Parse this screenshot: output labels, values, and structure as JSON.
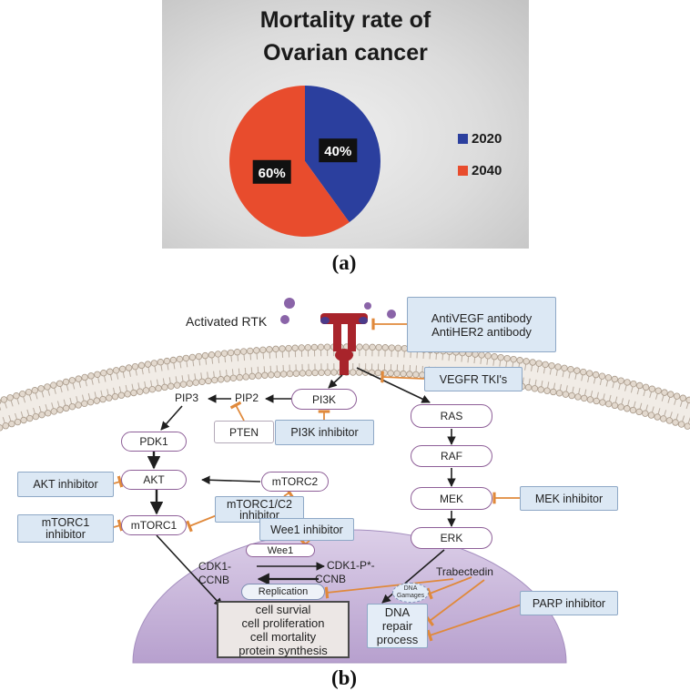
{
  "panel_a": {
    "label": "(a)"
  },
  "chart_data": {
    "type": "pie",
    "title_lines": [
      "Mortality rate of",
      "Ovarian cancer"
    ],
    "categories": [
      "2020",
      "2040"
    ],
    "values": [
      40,
      60
    ],
    "value_labels": [
      "40%",
      "60%"
    ],
    "colors": [
      "#2b3f9e",
      "#e84c2d"
    ],
    "legend_position": "right"
  },
  "panel_b": {
    "label": "(b)",
    "rtk_label": "Activated RTK",
    "pathway": {
      "pi3k": "PI3K",
      "pip2": "PIP2",
      "pip3": "PIP3",
      "pten": "PTEN",
      "pdk1": "PDK1",
      "akt": "AKT",
      "mtorc2": "mTORC2",
      "mtorc1": "mTORC1",
      "ras": "RAS",
      "raf": "RAF",
      "mek": "MEK",
      "erk": "ERK",
      "wee1": "Wee1",
      "replication": "Replication",
      "cdk1_ccnb": [
        "CDK1-",
        "CCNB"
      ],
      "cdk1_p_ccnb": [
        "CDK1-P*-",
        "CCNB"
      ],
      "dna_damage": [
        "DNA",
        "Gamages"
      ],
      "trabectedin": "Trabectedin"
    },
    "inhibitors": {
      "antibodies": [
        "AntiVEGF antibody",
        "AntiHER2 antibody"
      ],
      "vegfr_tki": "VEGFR TKI's",
      "pi3k_inhibitor": "PI3K inhibitor",
      "akt_inhibitor": "AKT inhibitor",
      "mtorc1_inhibitor": [
        "mTORC1",
        "inhibitor"
      ],
      "mtorc1_c2_inhibitor": [
        "mTORC1/C2",
        "inhibitor"
      ],
      "wee1_inhibitor": "Wee1 inhibitor",
      "mek_inhibitor": "MEK inhibitor",
      "parp_inhibitor": "PARP inhibitor"
    },
    "dna_repair": [
      "DNA",
      "repair",
      "process"
    ],
    "cell_outcomes": [
      "cell survial",
      "cell proliferation",
      "cell mortality",
      "protein synthesis"
    ]
  },
  "colors": {
    "inhibition_line": "#e0893b",
    "activation_line": "#1f1f1f",
    "node_border": "#8e5f98",
    "inhibitor_box": "#dce8f4",
    "nucleus": "#c7b5da",
    "receptor": "#a8242b",
    "ligand": "#8a64a8"
  }
}
